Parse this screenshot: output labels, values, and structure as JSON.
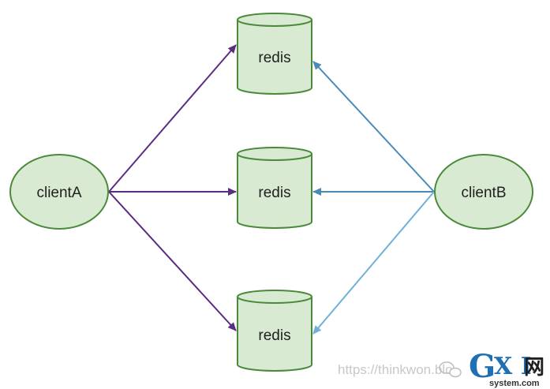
{
  "diagram": {
    "nodes": {
      "client_a": {
        "label": "clientA"
      },
      "client_b": {
        "label": "clientB"
      },
      "redis_top": {
        "label": "redis"
      },
      "redis_middle": {
        "label": "redis"
      },
      "redis_bottom": {
        "label": "redis"
      }
    },
    "edges": [
      {
        "from": "clientA",
        "to": "redis (top)"
      },
      {
        "from": "clientA",
        "to": "redis (middle)"
      },
      {
        "from": "clientA",
        "to": "redis (bottom)"
      },
      {
        "from": "clientB",
        "to": "redis (top)"
      },
      {
        "from": "clientB",
        "to": "redis (middle)"
      },
      {
        "from": "clientB",
        "to": "redis (bottom)"
      }
    ]
  },
  "colors": {
    "node_fill": "#d9ead3",
    "node_stroke": "#4a8a3a",
    "client_a_edge": "#5a2d82",
    "client_b_edge_top": "#4a8ab8",
    "client_b_edge_middle": "#4a8ab8",
    "client_b_edge_bottom": "#6fb0d8"
  },
  "watermark": {
    "url_text": "https://thinkwon.blo",
    "logo_g": "G",
    "logo_xi": "X I",
    "logo_wang": "网",
    "logo_sub": "system.com"
  }
}
